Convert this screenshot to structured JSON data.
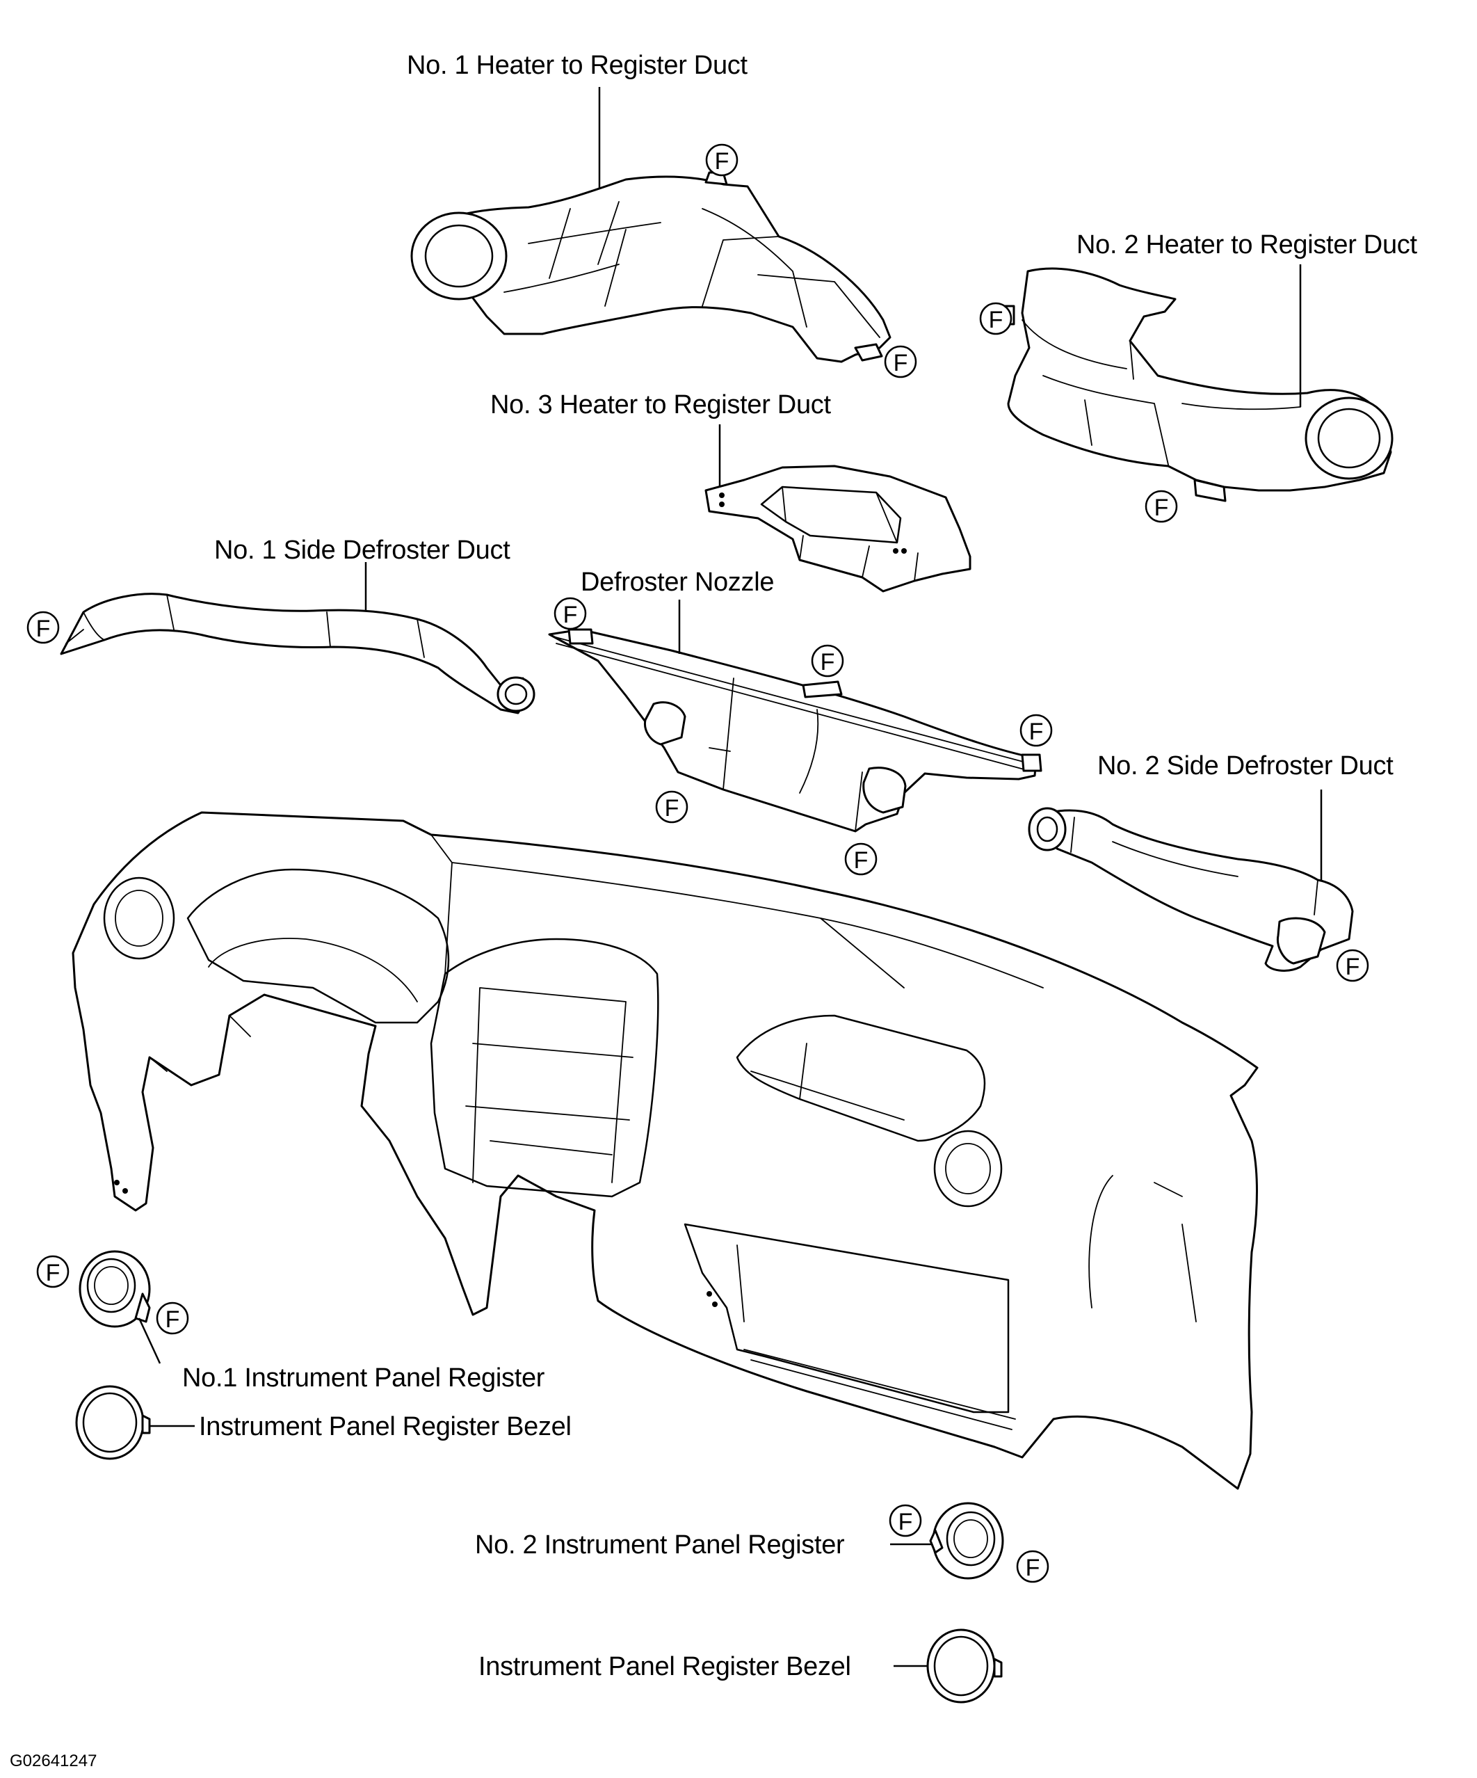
{
  "labels": {
    "no1_heater_duct": "No. 1 Heater to Register Duct",
    "no2_heater_duct": "No. 2 Heater to Register Duct",
    "no3_heater_duct": "No. 3 Heater to Register Duct",
    "no1_side_defroster": "No. 1 Side Defroster Duct",
    "defroster_nozzle": "Defroster Nozzle",
    "no2_side_defroster": "No. 2 Side Defroster Duct",
    "no1_register": "No.1 Instrument Panel Register",
    "bezel_left": "Instrument Panel Register Bezel",
    "no2_register": "No. 2 Instrument Panel Register",
    "bezel_right": "Instrument Panel Register Bezel"
  },
  "fastener_symbol": "F",
  "doc_id": "G02641247"
}
